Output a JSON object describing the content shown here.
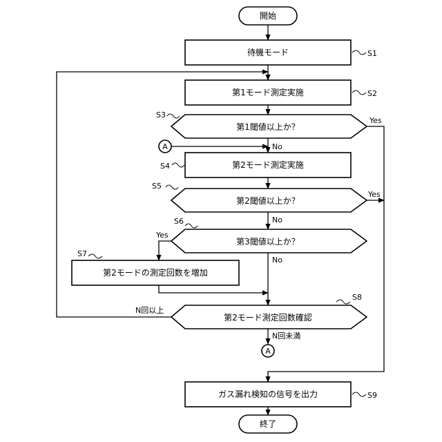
{
  "terminals": {
    "start": "開始",
    "end": "終了"
  },
  "steps": {
    "s1": {
      "text": "待機モード",
      "label": "S1"
    },
    "s2": {
      "text": "第1モード測定実施",
      "label": "S2"
    },
    "s3": {
      "text": "第1閾値以上か？",
      "label": "S3"
    },
    "s4": {
      "text": "第2モード測定実施",
      "label": "S4"
    },
    "s5": {
      "text": "第2閾値以上か？",
      "label": "S5"
    },
    "s6": {
      "text": "第3閾値以上か？",
      "label": "S6"
    },
    "s7": {
      "text": "第2モードの測定回数を増加",
      "label": "S7"
    },
    "s8": {
      "text": "第2モード測定回数確認",
      "label": "S8"
    },
    "s9": {
      "text": "ガス漏れ検知の信号を出力",
      "label": "S9"
    }
  },
  "branches": {
    "s3_yes": "Yes",
    "s3_no": "No",
    "s5_yes": "Yes",
    "s5_no": "No",
    "s6_yes": "Yes",
    "s6_no": "No",
    "s8_n_or_more": "N回以上",
    "s8_less_than_n": "N回未満"
  },
  "connector": "A"
}
